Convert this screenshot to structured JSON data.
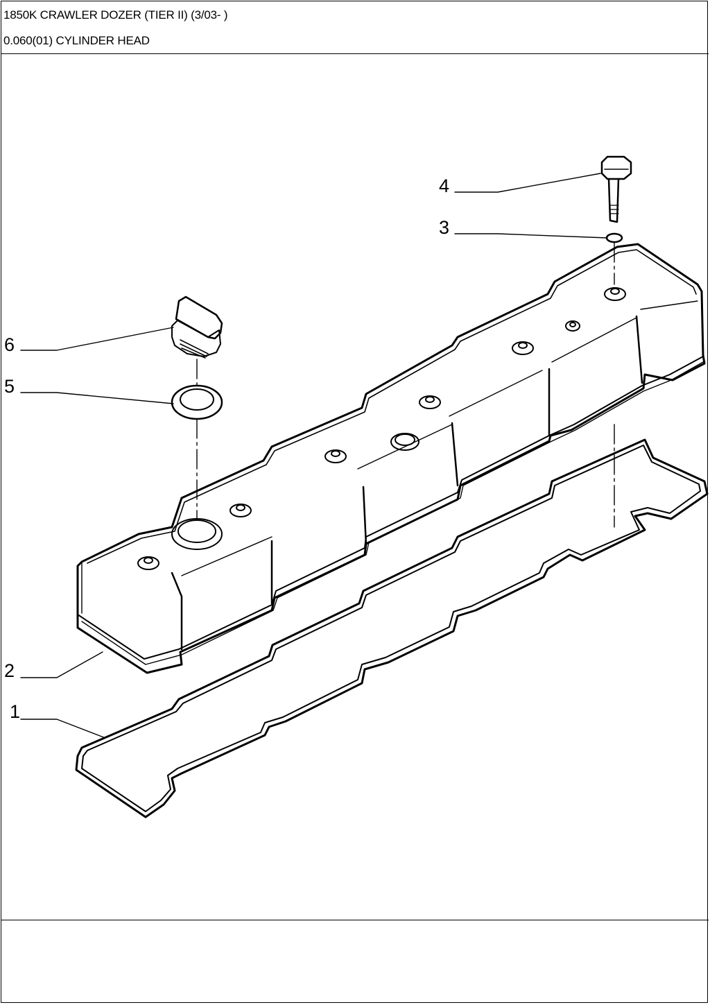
{
  "header": {
    "model": "1850K CRAWLER DOZER (TIER II) (3/03- )",
    "section": "0.060(01) CYLINDER HEAD"
  },
  "callouts": [
    "1",
    "2",
    "3",
    "4",
    "5",
    "6"
  ],
  "colors": {
    "ink": "#000000",
    "paper": "#ffffff"
  }
}
